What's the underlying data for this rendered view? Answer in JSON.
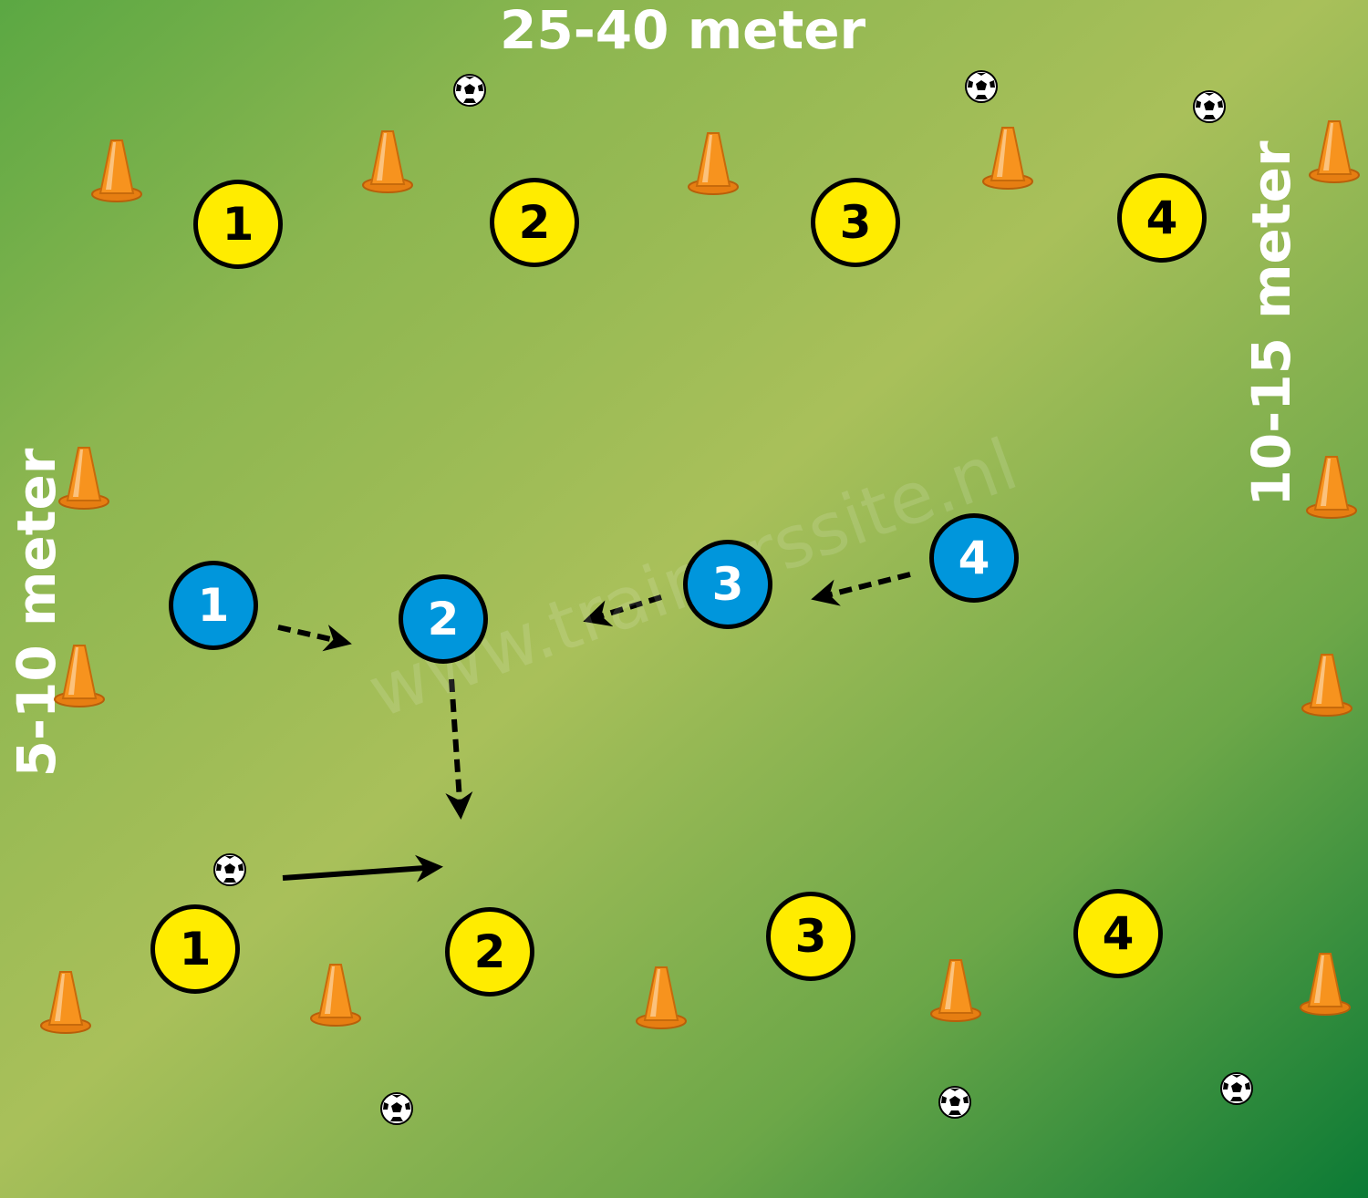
{
  "labels": {
    "top": "25-40 meter",
    "right": "10-15 meter",
    "left": "5-10 meter",
    "watermark": "www.trainerssite.nl"
  },
  "players_yellow_top": [
    "1",
    "2",
    "3",
    "4"
  ],
  "players_blue": [
    "1",
    "2",
    "3",
    "4"
  ],
  "players_yellow_bottom": [
    "1",
    "2",
    "3",
    "4"
  ],
  "colors": {
    "field_light": "#a9c05a",
    "field_dark": "#0b7a35",
    "player_yellow": "#ffec00",
    "player_blue": "#0096dc",
    "cone": "#f7931e",
    "arrow": "#000000"
  }
}
